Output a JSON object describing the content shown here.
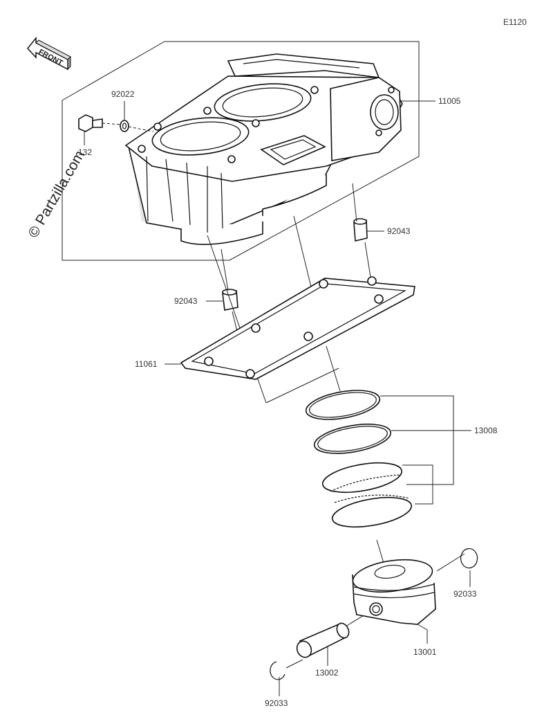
{
  "diagram": {
    "code": "E1120",
    "watermark": "© Partzilla.com",
    "front_label": "FRONT"
  },
  "parts": [
    {
      "id": "cylinder",
      "number": "11005"
    },
    {
      "id": "washer",
      "number": "92022"
    },
    {
      "id": "bolt",
      "number": "132"
    },
    {
      "id": "dowel-pin-right",
      "number": "92043"
    },
    {
      "id": "dowel-pin-left",
      "number": "92043"
    },
    {
      "id": "cylinder-gasket",
      "number": "11061"
    },
    {
      "id": "piston-ring-set",
      "number": "13008"
    },
    {
      "id": "piston",
      "number": "13001"
    },
    {
      "id": "piston-pin",
      "number": "13002"
    },
    {
      "id": "circlip-right",
      "number": "92033"
    },
    {
      "id": "circlip-left",
      "number": "92033"
    }
  ]
}
